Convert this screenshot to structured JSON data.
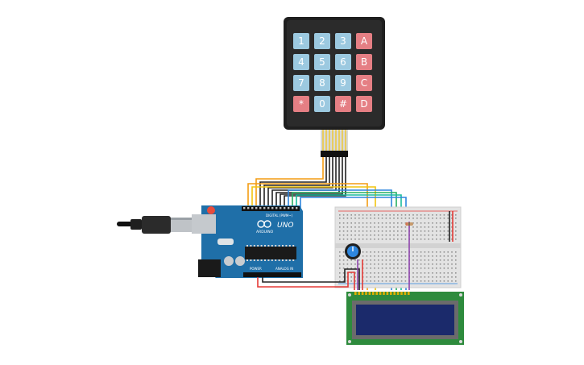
{
  "keypad": {
    "rows": [
      [
        {
          "label": "1",
          "kind": "num"
        },
        {
          "label": "2",
          "kind": "num"
        },
        {
          "label": "3",
          "kind": "num"
        },
        {
          "label": "A",
          "kind": "letter"
        }
      ],
      [
        {
          "label": "4",
          "kind": "num"
        },
        {
          "label": "5",
          "kind": "num"
        },
        {
          "label": "6",
          "kind": "num"
        },
        {
          "label": "B",
          "kind": "letter"
        }
      ],
      [
        {
          "label": "7",
          "kind": "num"
        },
        {
          "label": "8",
          "kind": "num"
        },
        {
          "label": "9",
          "kind": "num"
        },
        {
          "label": "C",
          "kind": "letter"
        }
      ],
      [
        {
          "label": "*",
          "kind": "letter"
        },
        {
          "label": "0",
          "kind": "num"
        },
        {
          "label": "#",
          "kind": "letter"
        },
        {
          "label": "D",
          "kind": "letter"
        }
      ]
    ],
    "num_color": "#9cc9e0",
    "letter_color": "#e57f84",
    "body_color": "#1f1f1f"
  },
  "arduino": {
    "brand": "ARDUINO",
    "model": "UNO",
    "digital_label": "DIGITAL (PWM~)",
    "power_label": "POWER",
    "analog_label": "ANALOG IN",
    "board_color": "#1f6fa8"
  },
  "lcd": {
    "screen_color": "#1b2a6b",
    "pcb_color": "#2e8b3d"
  },
  "wire_colors": {
    "orange": "#f39c12",
    "yellow": "#f1c40f",
    "green": "#27ae60",
    "blue": "#2e86de",
    "cyan": "#1abc9c",
    "red": "#e53935",
    "black": "#222222",
    "purple": "#8e44ad"
  }
}
